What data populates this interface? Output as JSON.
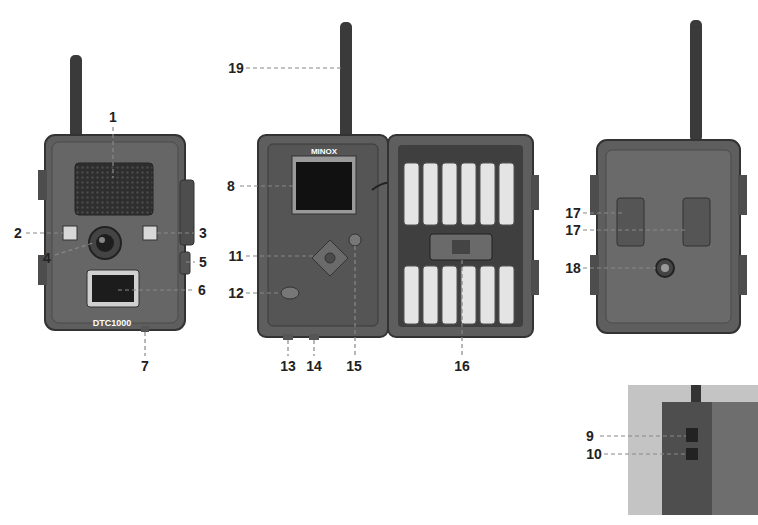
{
  "diagram": {
    "labels": [
      "1",
      "2",
      "3",
      "4",
      "5",
      "6",
      "7",
      "DTC1000",
      "19",
      "8",
      "MINOX",
      "11",
      "12",
      "13",
      "14",
      "15",
      "16",
      "17",
      "17",
      "18",
      "9",
      "10"
    ]
  }
}
